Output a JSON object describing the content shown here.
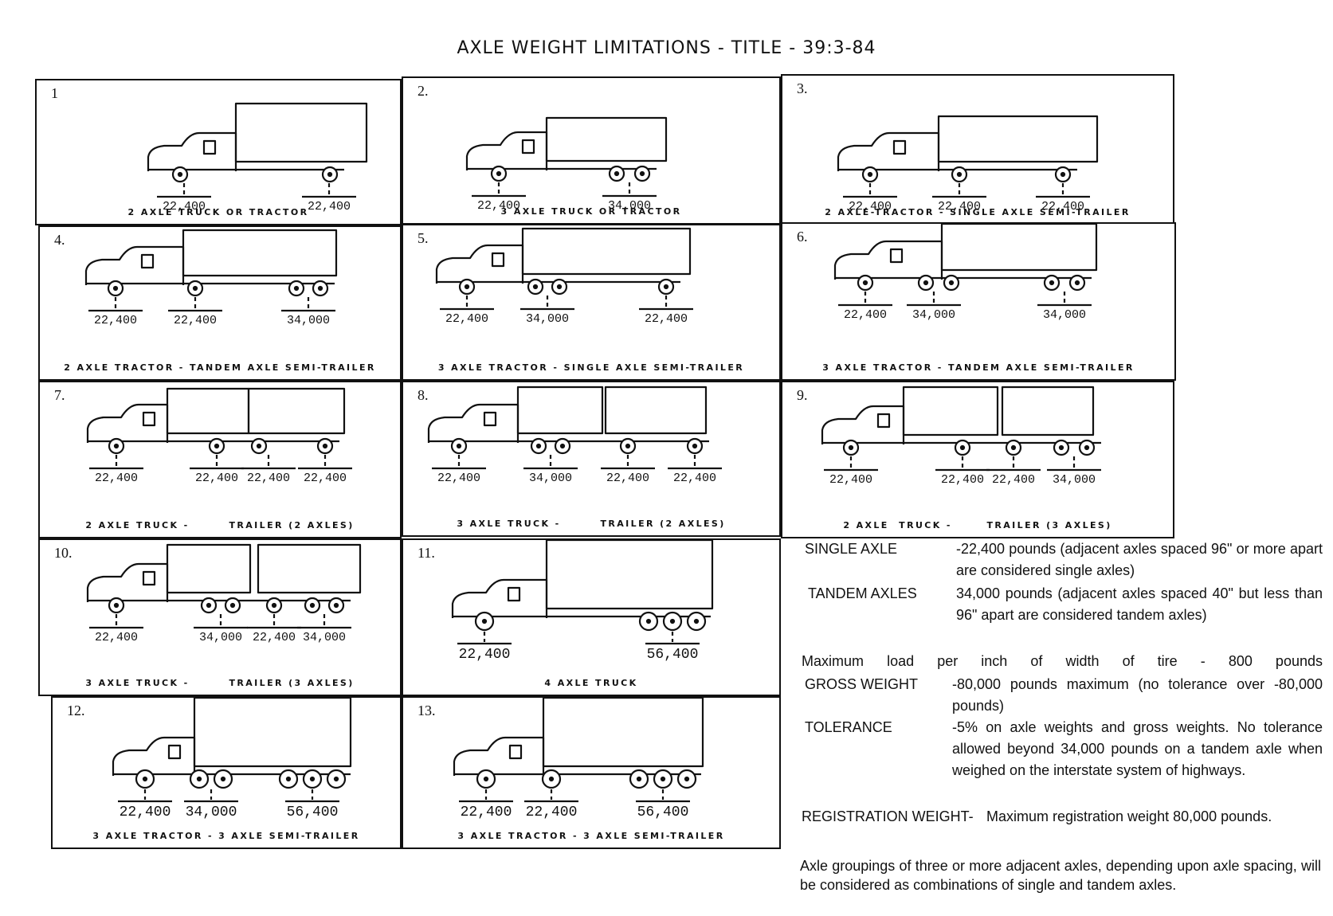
{
  "title": "AXLE WEIGHT LIMITATIONS - TITLE - 39:3-84",
  "panels": [
    {
      "number": "1",
      "weights": [
        "22,400",
        "22,400"
      ],
      "caption": "2 AXLE TRUCK OR TRACTOR"
    },
    {
      "number": "2.",
      "weights": [
        "22,400",
        "34,000"
      ],
      "caption": "3 AXLE TRUCK OR TRACTOR"
    },
    {
      "number": "3.",
      "weights": [
        "22,400",
        "22,400",
        "22,400"
      ],
      "caption": "2 AXLE-TRACTOR - SINGLE AXLE SEMI-TRAILER"
    },
    {
      "number": "4.",
      "weights": [
        "22,400",
        "22,400",
        "34,000"
      ],
      "caption": "2 AXLE TRACTOR - TANDEM AXLE SEMI-TRAILER"
    },
    {
      "number": "5.",
      "weights": [
        "22,400",
        "34,000",
        "22,400"
      ],
      "caption": "3 AXLE TRACTOR - SINGLE AXLE SEMI-TRAILER"
    },
    {
      "number": "6.",
      "weights": [
        "22,400",
        "34,000",
        "34,000"
      ],
      "caption": "3 AXLE TRACTOR - TANDEM AXLE SEMI-TRAILER"
    },
    {
      "number": "7.",
      "weights": [
        "22,400",
        "22,400",
        "22,400",
        "22,400"
      ],
      "caption": "2 AXLE TRUCK -        TRAILER (2 AXLES)"
    },
    {
      "number": "8.",
      "weights": [
        "22,400",
        "34,000",
        "22,400",
        "22,400"
      ],
      "caption": "3 AXLE TRUCK -        TRAILER (2 AXLES)"
    },
    {
      "number": "9.",
      "weights": [
        "22,400",
        "22,400",
        "22,400",
        "34,000"
      ],
      "caption": "2 AXLE  TRUCK -       TRAILER (3 AXLES)"
    },
    {
      "number": "10.",
      "weights": [
        "22,400",
        "34,000",
        "22,400",
        "34,000"
      ],
      "caption": "3 AXLE TRUCK -        TRAILER (3 AXLES)"
    },
    {
      "number": "11.",
      "weights": [
        "22,400",
        "56,400"
      ],
      "caption": "4 AXLE TRUCK"
    },
    {
      "number": "12.",
      "weights": [
        "22,400",
        "34,000",
        "56,400"
      ],
      "caption": "3 AXLE TRACTOR - 3 AXLE SEMI-TRAILER"
    },
    {
      "number": "13.",
      "weights": [
        "22,400",
        "22,400",
        "56,400"
      ],
      "caption": "3 AXLE TRACTOR - 3 AXLE SEMI-TRAILER"
    }
  ],
  "notes": {
    "single_axle": {
      "label": "SINGLE AXLE",
      "text": "-22,400 pounds (adjacent axles spaced 96\" or more apart are considered single axles)"
    },
    "tandem_axles": {
      "label": "TANDEM AXLES",
      "text": "34,000 pounds (adjacent axles spaced 40\" but less than 96\" apart are considered tandem axles)"
    },
    "max_load": "Maximum load per inch of width of tire - 800 pounds",
    "gross_weight": {
      "label": "GROSS WEIGHT",
      "text": "-80,000 pounds maximum (no tolerance over -80,000 pounds)"
    },
    "tolerance": {
      "label": "TOLERANCE",
      "text": "-5% on axle weights and gross weights. No tolerance allowed beyond 34,000 pounds on a tandem axle when weighed on the interstate system of highways."
    },
    "registration": {
      "label": "REGISTRATION WEIGHT-",
      "text": "Maximum registration weight 80,000 pounds."
    },
    "groupings": "Axle groupings of three or more adjacent axles, depending upon axle spacing, will be considered as combinations of single and tandem axles."
  }
}
